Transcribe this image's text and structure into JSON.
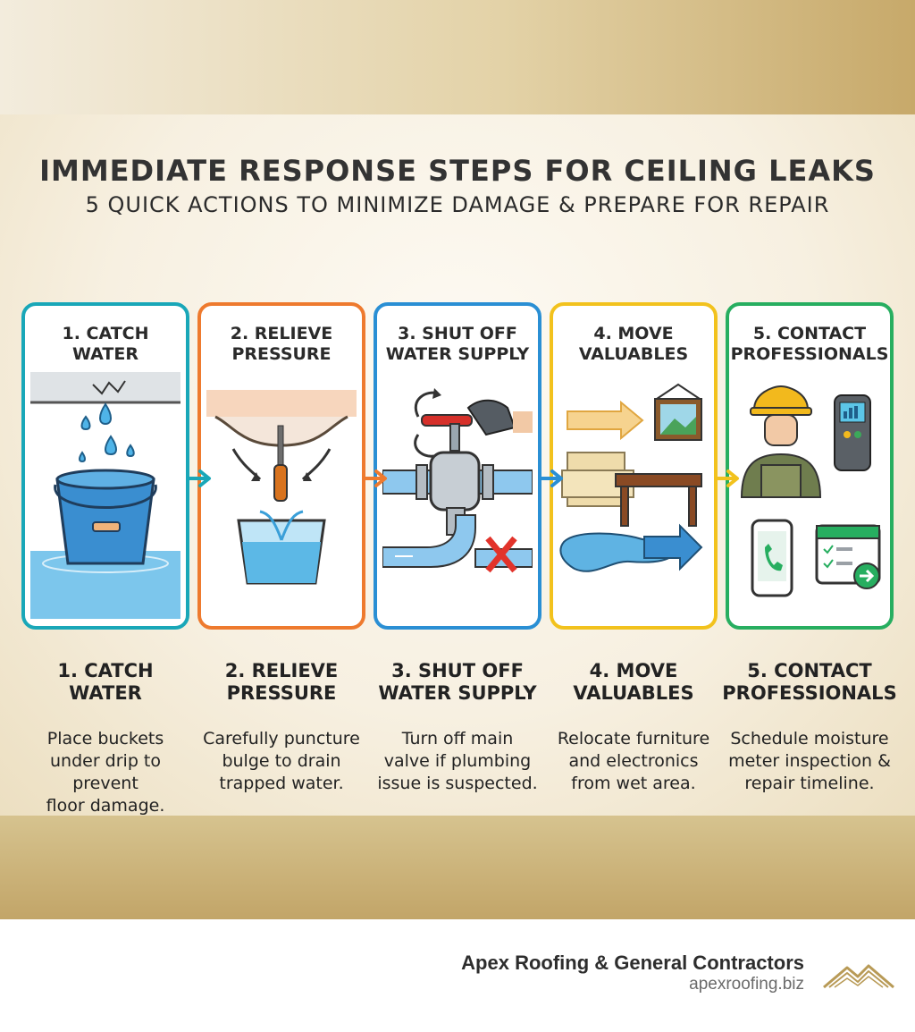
{
  "title": "IMMEDIATE RESPONSE STEPS FOR CEILING LEAKS",
  "subtitle": "5 QUICK ACTIONS TO MINIMIZE DAMAGE & PREPARE FOR REPAIR",
  "steps": [
    {
      "card_title": "1. CATCH\nWATER",
      "heading": "1. CATCH\nWATER",
      "description": "Place buckets\nunder drip to prevent\nfloor damage.",
      "color": "#19a7b8",
      "icon": "bucket-icon"
    },
    {
      "card_title": "2. RELIEVE\nPRESSURE",
      "heading": "2. RELIEVE\nPRESSURE",
      "description": "Carefully puncture\nbulge to drain\ntrapped water.",
      "color": "#ee7a2e",
      "icon": "screwdriver-icon"
    },
    {
      "card_title": "3. SHUT OFF\nWATER SUPPLY",
      "heading": "3. SHUT OFF\nWATER SUPPLY",
      "description": "Turn off main\nvalve if plumbing\nissue is suspected.",
      "color": "#2a8fd4",
      "icon": "valve-icon"
    },
    {
      "card_title": "4. MOVE\nVALUABLES",
      "heading": "4. MOVE\nVALUABLES",
      "description": "Relocate furniture\nand electronics\nfrom wet area.",
      "color": "#f2c21d",
      "icon": "furniture-icon"
    },
    {
      "card_title": "5. CONTACT\nPROFESSIONALS",
      "heading": "5. CONTACT\nPROFESSIONALS",
      "description": "Schedule moisture\nmeter inspection &\nrepair timeline.",
      "color": "#27ae60",
      "icon": "contractor-icon"
    }
  ],
  "connector_colors": [
    "#19a7b8",
    "#ee7a2e",
    "#2a8fd4",
    "#f2c21d"
  ],
  "brand": {
    "name": "Apex Roofing & General Contractors",
    "url": "apexroofing.biz",
    "logo_icon": "roof-logo-icon",
    "accent": "#b89a56"
  }
}
